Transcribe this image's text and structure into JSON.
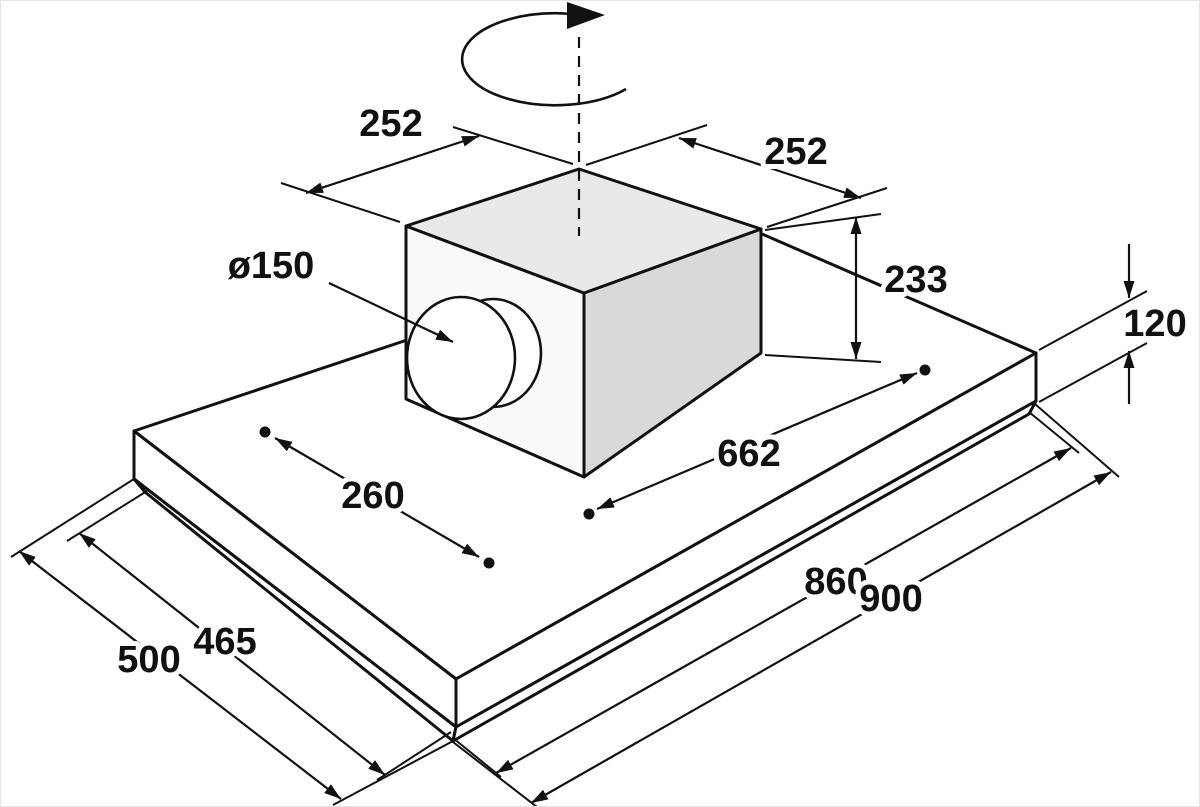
{
  "drawing": {
    "line_color": "#111111",
    "box_top_fill": "#e9e9e9",
    "box_side_fill": "#d9d9d9"
  },
  "dimensions": {
    "box_width_left": "252",
    "box_width_right": "252",
    "box_height": "233",
    "panel_height": "120",
    "duct_diameter": "ø150",
    "hole_distance_length": "662",
    "hole_distance_depth": "260",
    "inner_length": "860",
    "outer_length": "900",
    "inner_depth": "465",
    "outer_depth": "500"
  }
}
